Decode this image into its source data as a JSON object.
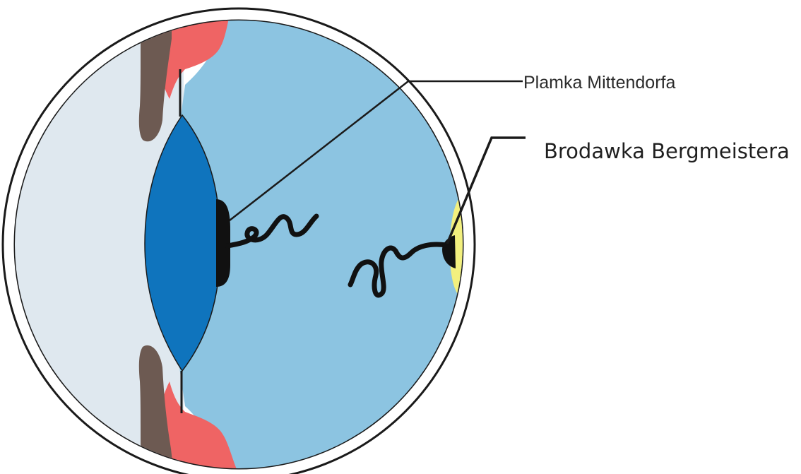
{
  "labels": {
    "mittendorf": "Plamka Mittendorfa",
    "bergmeister": "Brodawka Bergmeistera"
  },
  "colors": {
    "outline": "#1a1a1a",
    "anterior_chamber": "#dfe8ef",
    "vitreous": "#8cc4e1",
    "lens": "#0f74bd",
    "iris": "#6d5a52",
    "ciliary_body": "#ef6464",
    "optic_disc": "#f3f07e",
    "remnant": "#111111"
  },
  "icons": {
    "eye": "eyeball-cross-section",
    "mittendorf_dot": "mittendorf-dot",
    "bergmeister_papilla": "bergmeister-papilla"
  }
}
